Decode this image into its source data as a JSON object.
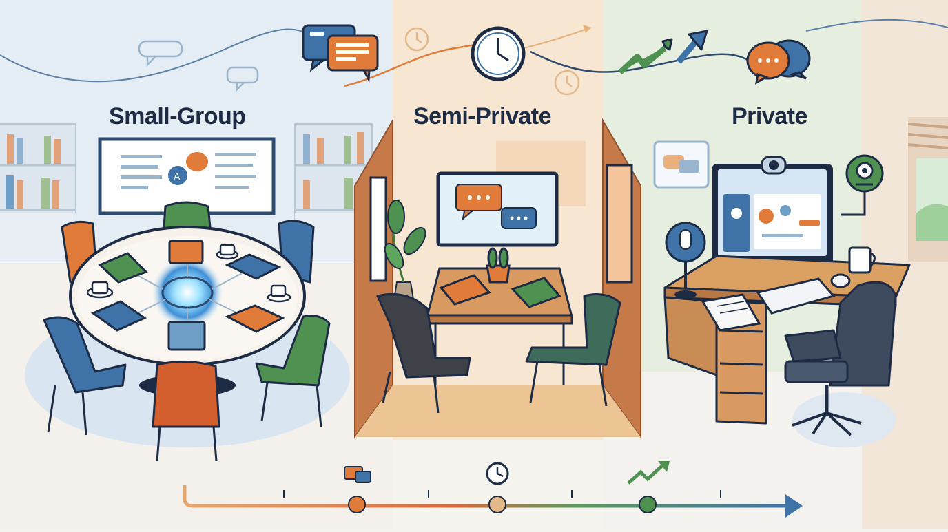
{
  "zones": [
    {
      "id": "small-group",
      "title": "Small-Group"
    },
    {
      "id": "semi-private",
      "title": "Semi-Private"
    },
    {
      "id": "private",
      "title": "Private"
    }
  ],
  "colors": {
    "navy": "#1d2b45",
    "blue": "#3f73a8",
    "orange": "#e07b39",
    "green": "#4e9150",
    "wood": "#c98c55",
    "bg_small": "#e4edf4",
    "bg_semi": "#f6e6d2",
    "bg_private": "#e6efdf"
  },
  "icons": [
    "chat-bubbles-icon",
    "clock-icon",
    "growth-arrow-icon",
    "webcam-icon",
    "microphone-icon",
    "coffee-cup-icon",
    "plant-icon",
    "book-icon",
    "tablet-icon"
  ],
  "timeline": {
    "markers": [
      "chat-bubbles-icon",
      "clock-icon",
      "growth-arrow-icon"
    ]
  }
}
